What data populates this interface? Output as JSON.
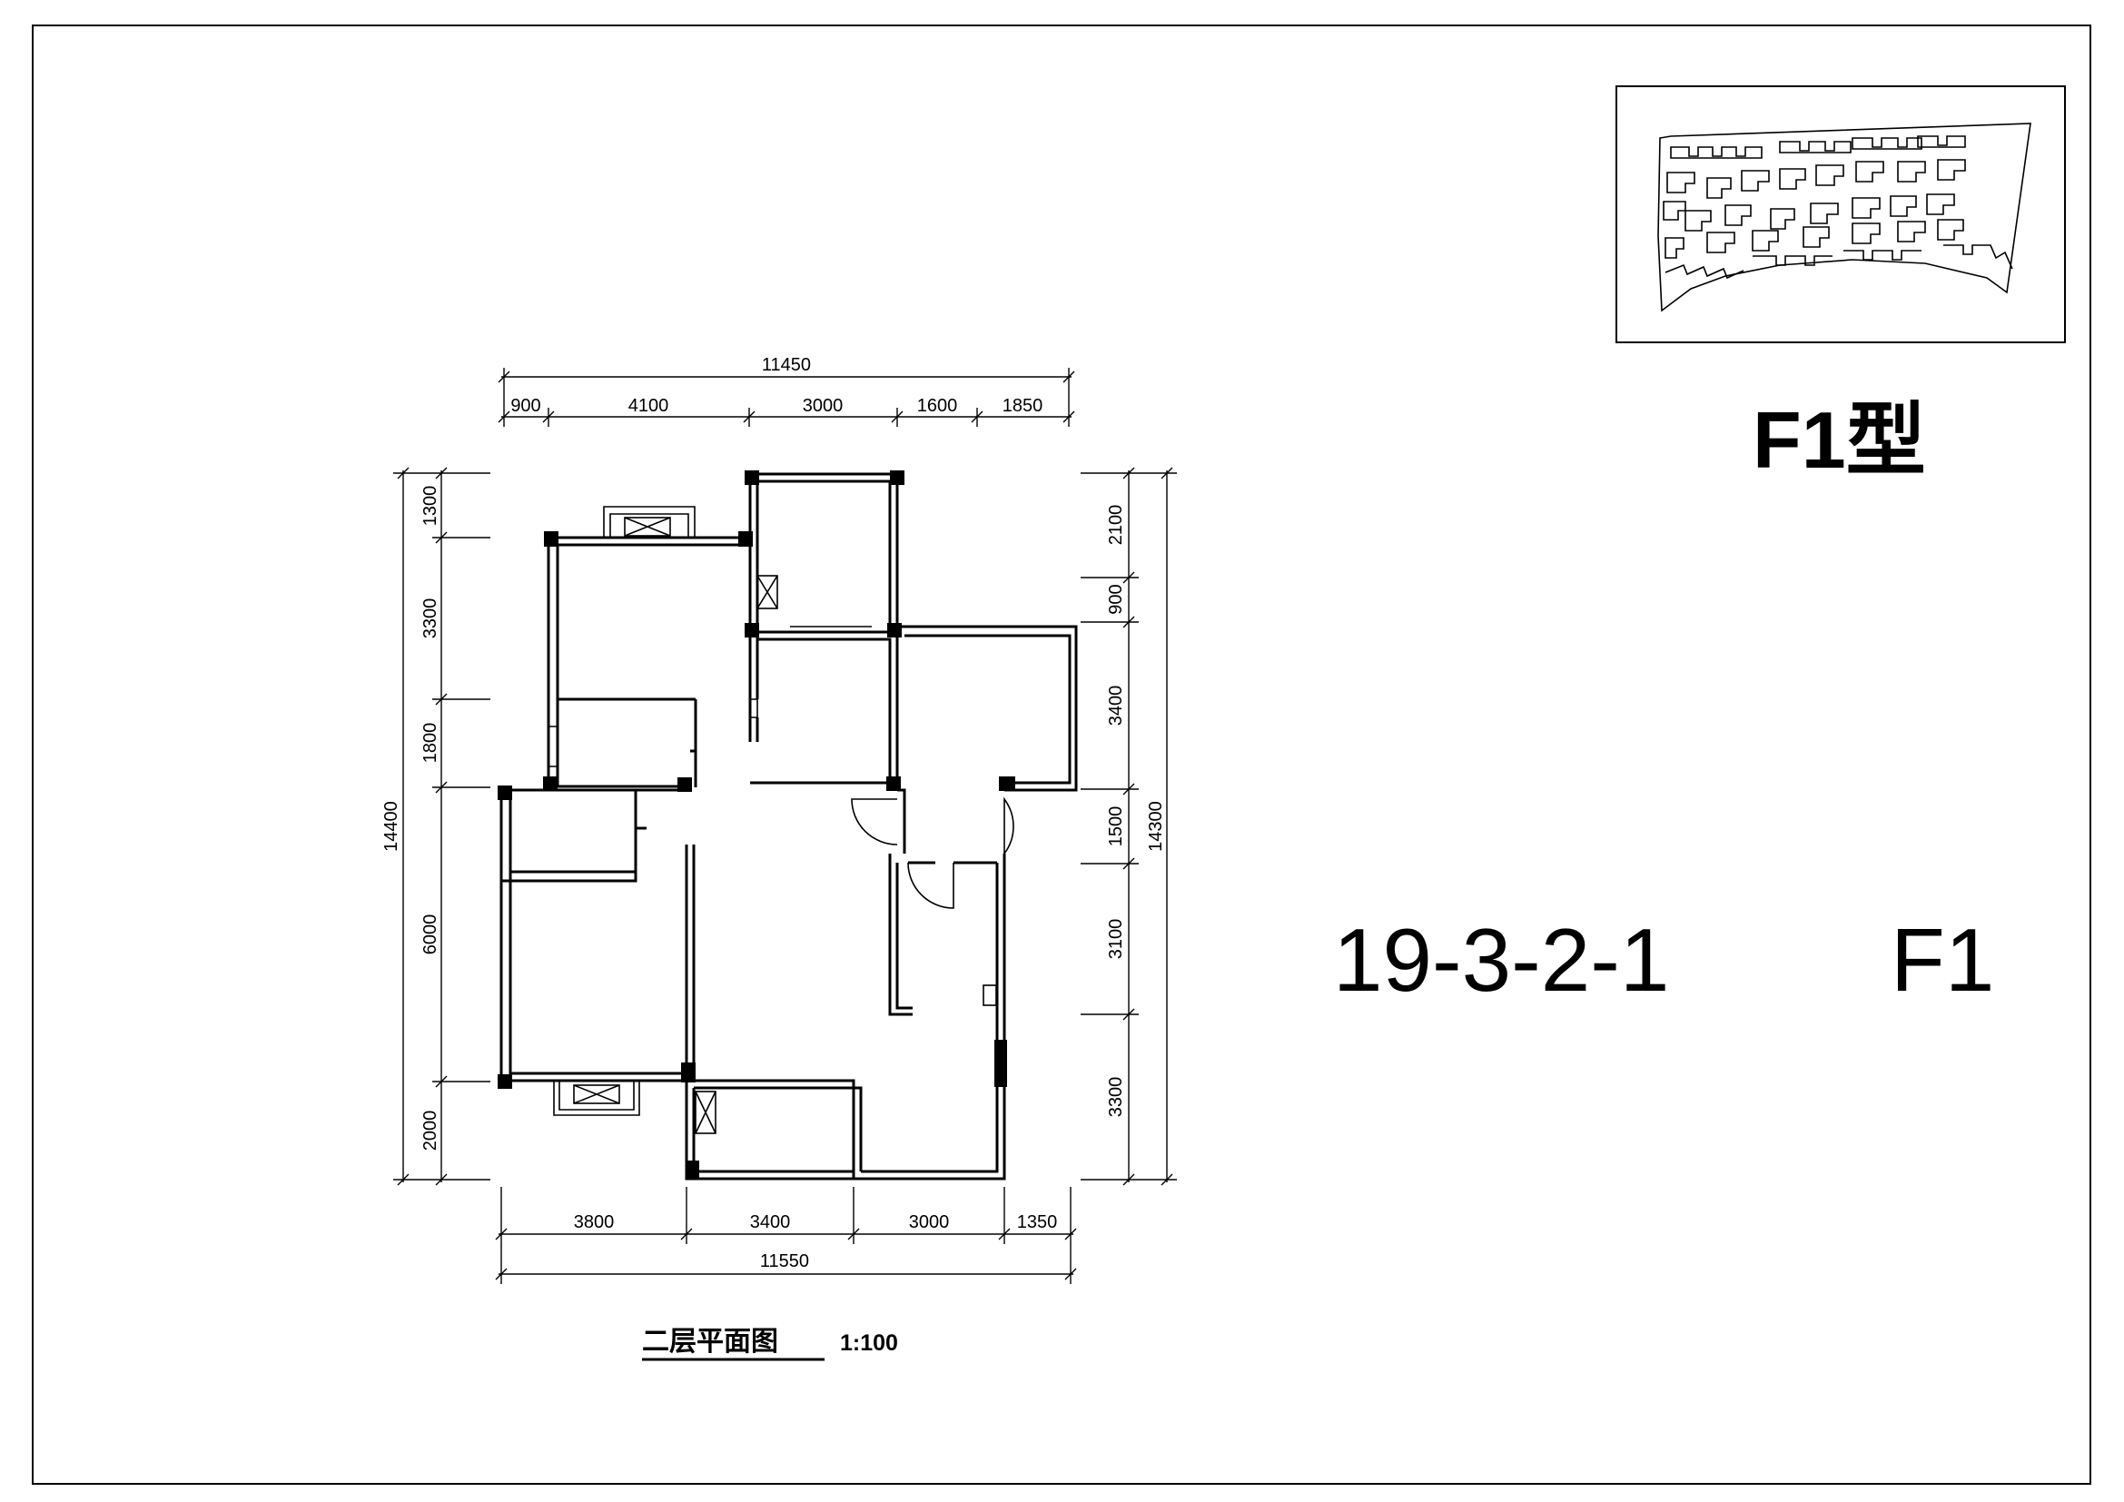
{
  "type_label": "F1型",
  "unit_code": "19-3-2-1",
  "unit_type": "F1",
  "plan_title": "二层平面图",
  "plan_scale": "1:100",
  "dimensions": {
    "top_total": "11450",
    "top": [
      "900",
      "4100",
      "3000",
      "1600",
      "1850"
    ],
    "bottom": [
      "3800",
      "3400",
      "3000",
      "1350"
    ],
    "bottom_total": "11550",
    "left": [
      "1300",
      "3300",
      "1800",
      "6000",
      "2000"
    ],
    "left_total": "14400",
    "right": [
      "2100",
      "900",
      "3400",
      "1500",
      "3100",
      "3300"
    ],
    "right_total": "14300"
  }
}
